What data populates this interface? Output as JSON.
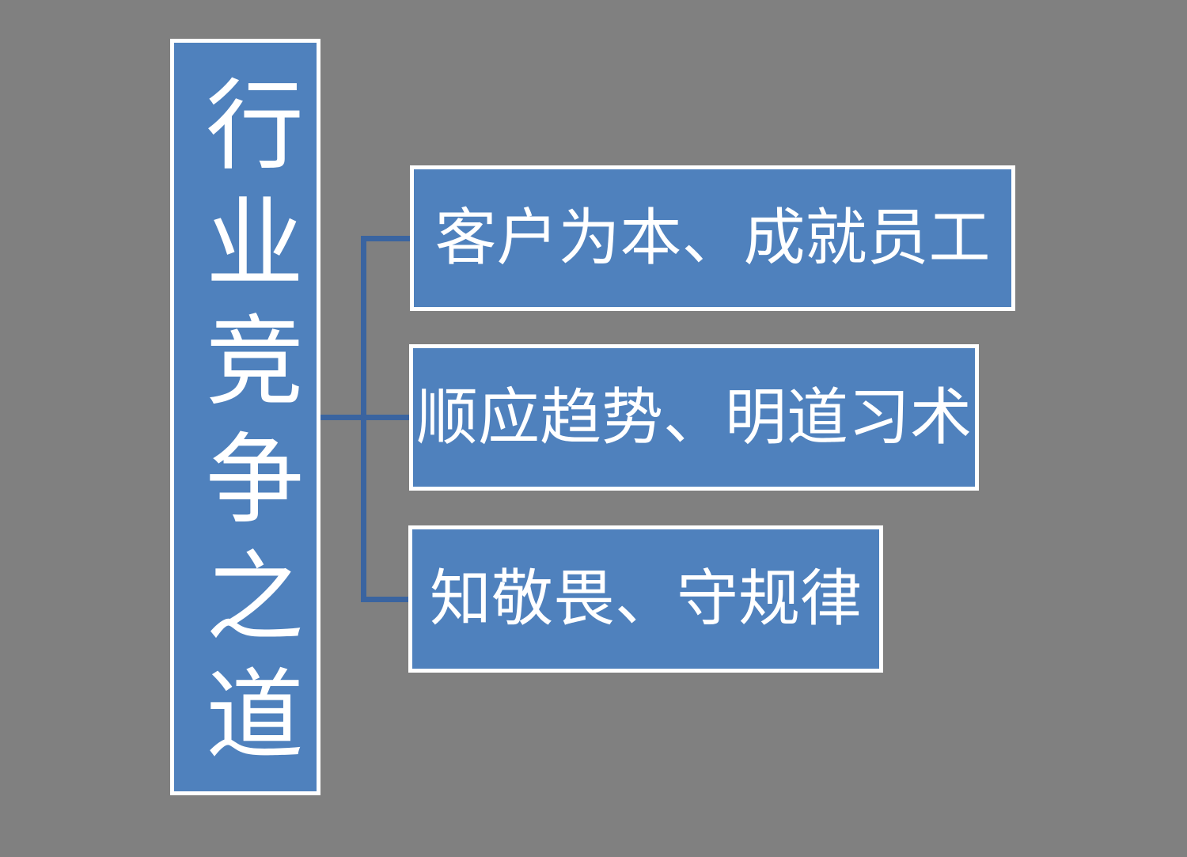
{
  "diagram": {
    "colors": {
      "background": "#808080",
      "node_fill": "#4F81BD",
      "node_border": "#FFFFFF",
      "connector": "#3A64A0",
      "text": "#FFFFFF"
    },
    "root": {
      "label": "行业竞争之道"
    },
    "branches": [
      {
        "label": "客户为本、成就员工"
      },
      {
        "label": "顺应趋势、明道习术"
      },
      {
        "label": "知敬畏、守规律"
      }
    ]
  }
}
